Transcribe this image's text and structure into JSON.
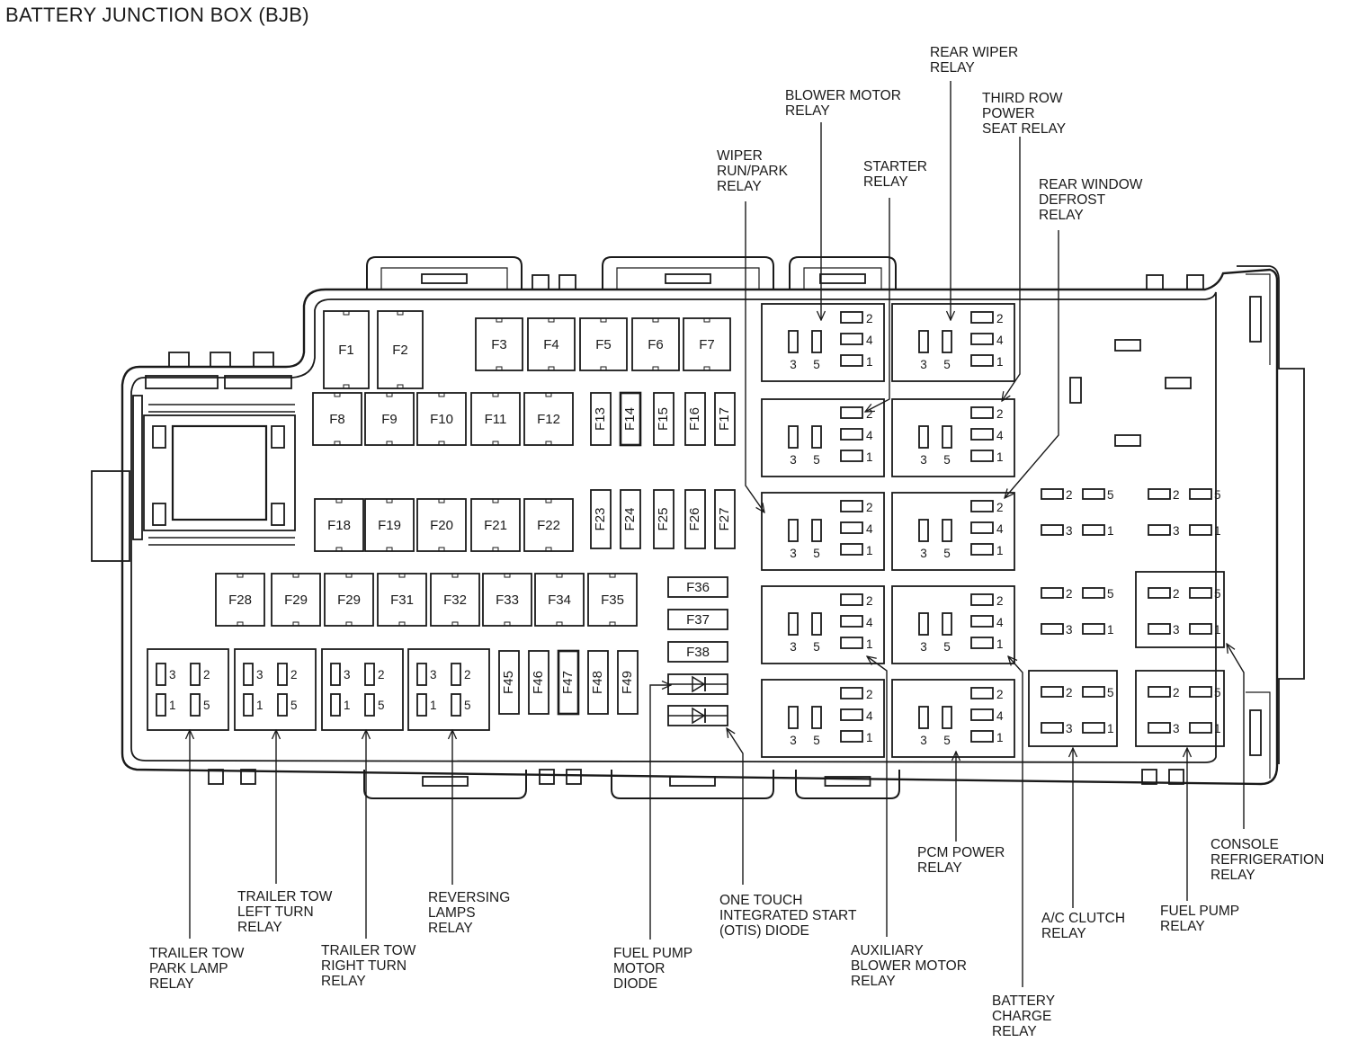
{
  "title": "BATTERY JUNCTION BOX (BJB)",
  "fuses": {
    "F1": "F1",
    "F2": "F2",
    "F3": "F3",
    "F4": "F4",
    "F5": "F5",
    "F6": "F6",
    "F7": "F7",
    "F8": "F8",
    "F9": "F9",
    "F10": "F10",
    "F11": "F11",
    "F12": "F12",
    "F13": "F13",
    "F14": "F14",
    "F15": "F15",
    "F16": "F16",
    "F17": "F17",
    "F18": "F18",
    "F19": "F19",
    "F20": "F20",
    "F21": "F21",
    "F22": "F22",
    "F23": "F23",
    "F24": "F24",
    "F25": "F25",
    "F26": "F26",
    "F27": "F27",
    "F28": "F28",
    "F29a": "F29",
    "F29b": "F29",
    "F31": "F31",
    "F32": "F32",
    "F33": "F33",
    "F34": "F34",
    "F35": "F35",
    "F36": "F36",
    "F37": "F37",
    "F38": "F38",
    "F45": "F45",
    "F46": "F46",
    "F47": "F47",
    "F48": "F48",
    "F49": "F49"
  },
  "pins": {
    "p1": "1",
    "p2": "2",
    "p3": "3",
    "p4": "4",
    "p5": "5"
  },
  "labels": {
    "rear_wiper": [
      "REAR WIPER",
      "RELAY"
    ],
    "blower_motor": [
      "BLOWER MOTOR",
      "RELAY"
    ],
    "third_row": [
      "THIRD ROW",
      "POWER",
      "SEAT RELAY"
    ],
    "wiper_run_park": [
      "WIPER",
      "RUN/PARK",
      "RELAY"
    ],
    "starter": [
      "STARTER",
      "RELAY"
    ],
    "rear_window_defrost": [
      "REAR WINDOW",
      "DEFROST",
      "RELAY"
    ],
    "trailer_tow_park": [
      "TRAILER TOW",
      "PARK LAMP",
      "RELAY"
    ],
    "trailer_tow_left": [
      "TRAILER TOW",
      "LEFT TURN",
      "RELAY"
    ],
    "trailer_tow_right": [
      "TRAILER TOW",
      "RIGHT TURN",
      "RELAY"
    ],
    "reversing_lamps": [
      "REVERSING",
      "LAMPS",
      "RELAY"
    ],
    "fuel_pump_motor_diode": [
      "FUEL PUMP",
      "MOTOR",
      "DIODE"
    ],
    "otis_diode": [
      "ONE TOUCH",
      "INTEGRATED START",
      "(OTIS) DIODE"
    ],
    "aux_blower": [
      "AUXILIARY",
      "BLOWER MOTOR",
      "RELAY"
    ],
    "pcm_power": [
      "PCM POWER",
      "RELAY"
    ],
    "battery_charge": [
      "BATTERY",
      "CHARGE",
      "RELAY"
    ],
    "ac_clutch": [
      "A/C CLUTCH",
      "RELAY"
    ],
    "fuel_pump_relay": [
      "FUEL PUMP",
      "RELAY"
    ],
    "console_refrigeration": [
      "CONSOLE",
      "REFRIGERATION",
      "RELAY"
    ]
  }
}
